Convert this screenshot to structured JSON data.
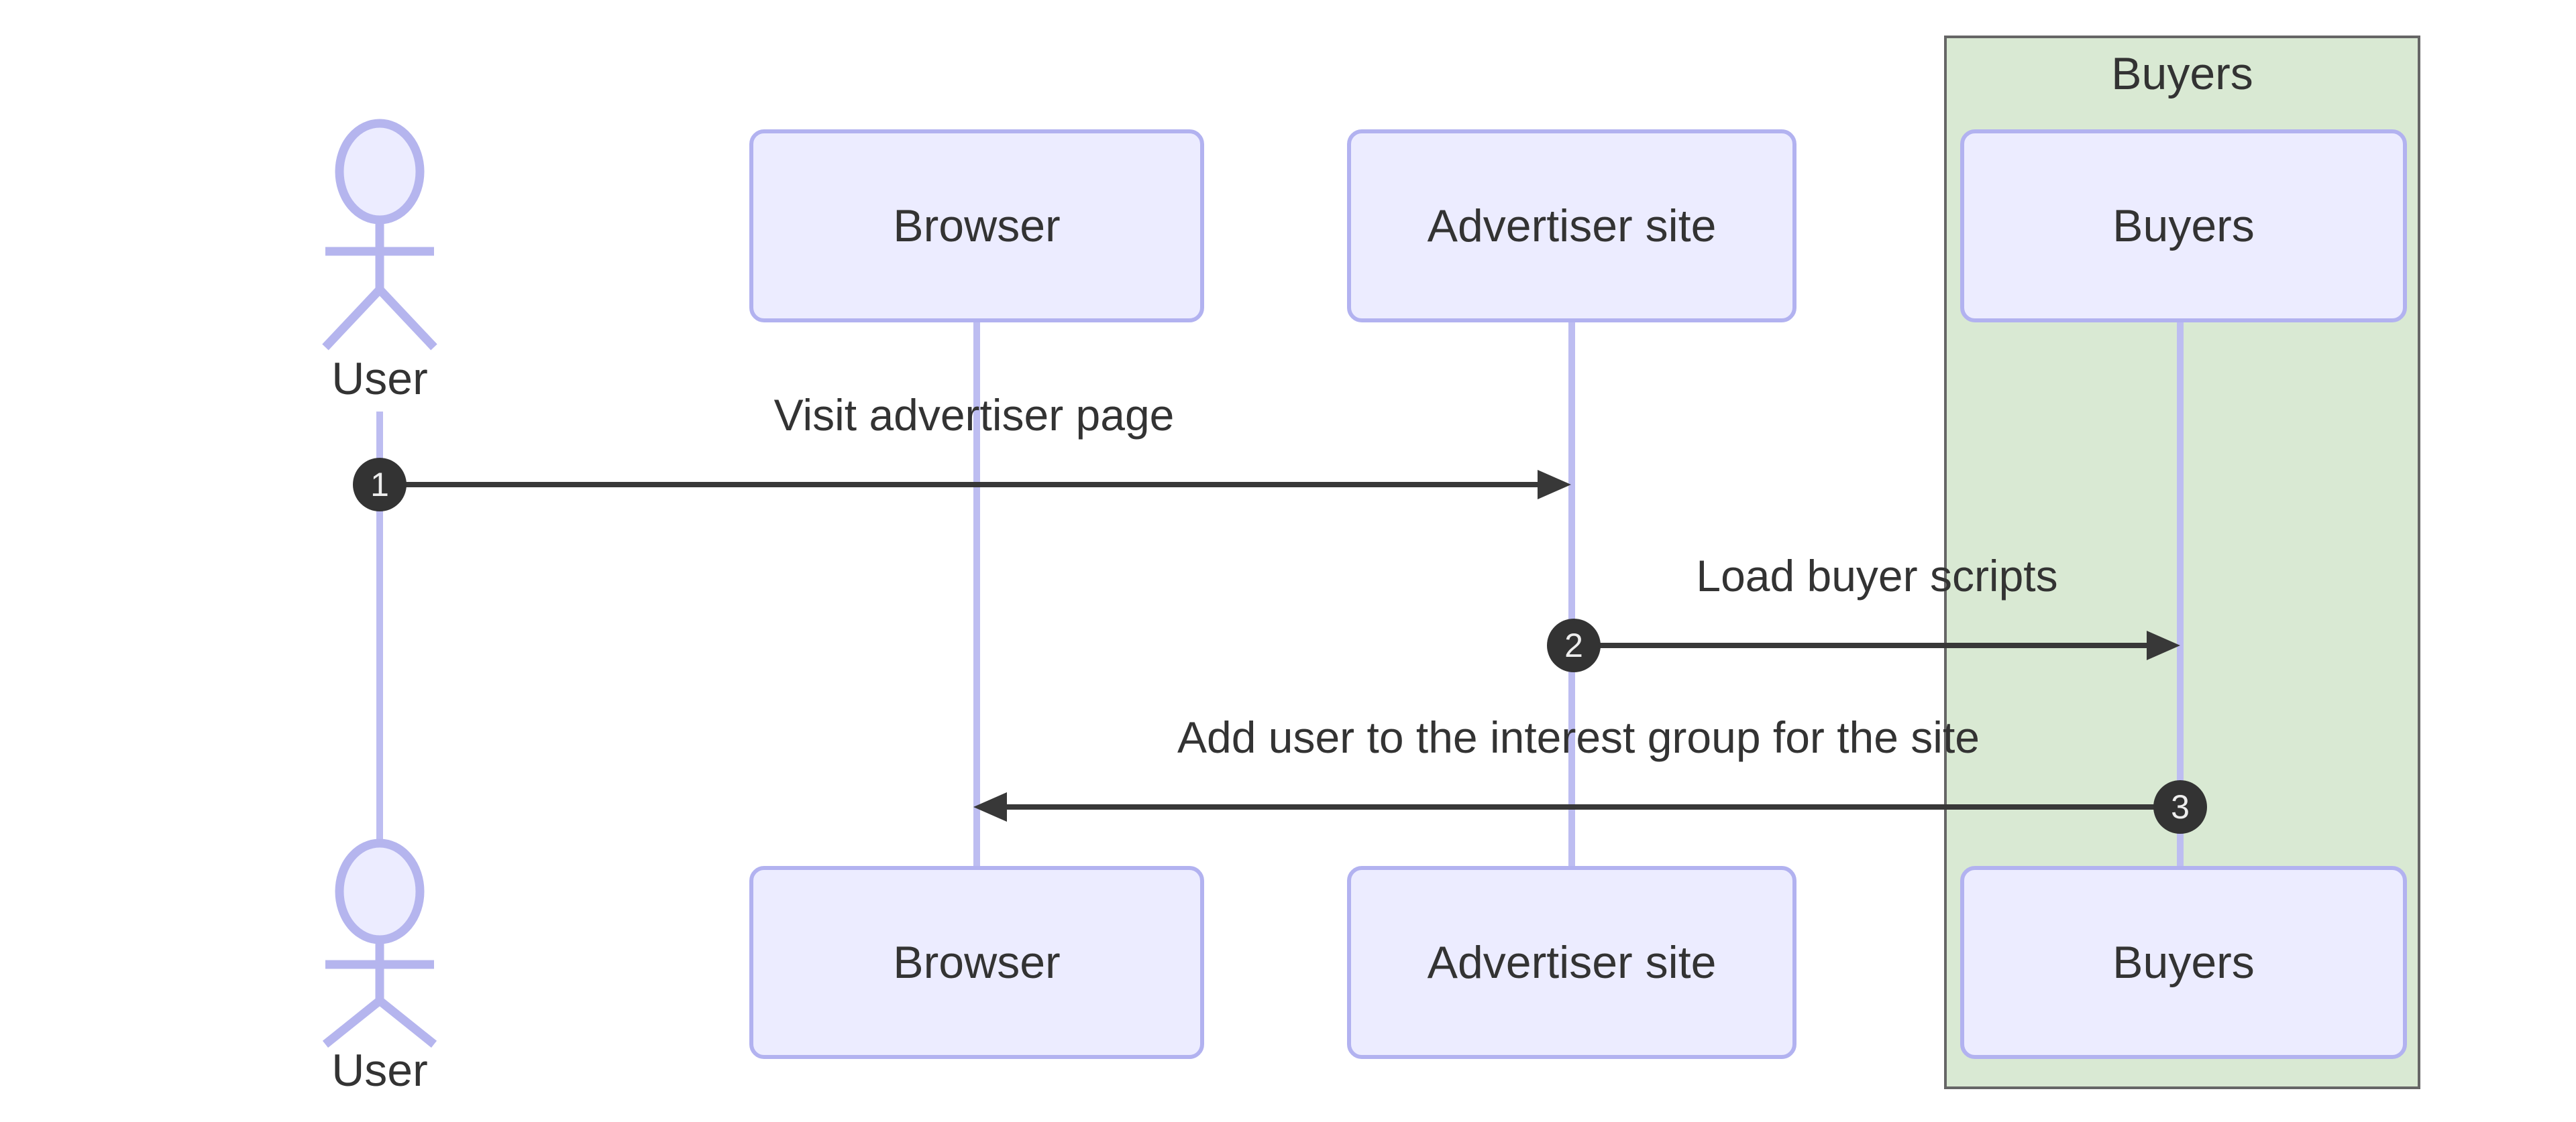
{
  "diagram": {
    "type": "sequence",
    "actor": {
      "label": "User"
    },
    "participants": [
      {
        "label": "Browser"
      },
      {
        "label": "Advertiser site"
      },
      {
        "label": "Buyers"
      }
    ],
    "group": {
      "label": "Buyers"
    },
    "messages": [
      {
        "num": "1",
        "text": "Visit advertiser page",
        "from": "User",
        "to": "Advertiser site",
        "direction": "right"
      },
      {
        "num": "2",
        "text": "Load buyer scripts",
        "from": "Advertiser site",
        "to": "Buyers",
        "direction": "right"
      },
      {
        "num": "3",
        "text": "Add user to the interest group for the site",
        "from": "Buyers",
        "to": "Browser",
        "direction": "left"
      }
    ],
    "colors": {
      "participant_fill": "#ECECFF",
      "participant_border": "#b2b2f0",
      "lifeline": "#bdbdf1",
      "actor_stroke": "#b5b5ee",
      "group_fill": "#d9e9d3",
      "group_border": "#666666",
      "arrow": "#383838",
      "badge_fill": "#333333",
      "badge_text": "#eeeeee",
      "text": "#333333"
    }
  }
}
